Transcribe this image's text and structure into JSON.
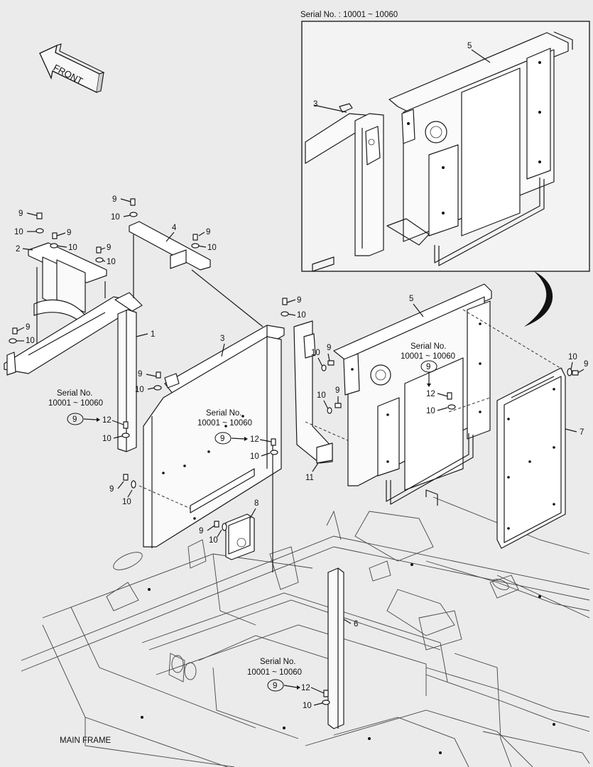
{
  "inset": {
    "serial_label": "Serial No. : 10001 ~ 10060",
    "callouts": [
      "5",
      "3"
    ]
  },
  "direction": {
    "label": "FRONT"
  },
  "frame_label": "MAIN FRAME",
  "serial_notes": [
    {
      "line1": "Serial No.",
      "line2": "10001 ~ 10060",
      "circled": "9",
      "bolt": "12",
      "washer": "10"
    },
    {
      "line1": "Serial No.",
      "line2": "10001 ~ 10060",
      "circled": "9",
      "bolt": "12",
      "washer": "10"
    },
    {
      "line1": "Serial No.",
      "line2": "10001 ~ 10060",
      "circled": "9",
      "bolt": "12",
      "washer": "10"
    },
    {
      "line1": "Serial No.",
      "line2": "10001 ~ 10060",
      "circled": "9",
      "bolt": "12",
      "washer": "10"
    }
  ],
  "parts": {
    "p1": "1",
    "p2": "2",
    "p3": "3",
    "p4": "4",
    "p5": "5",
    "p6": "6",
    "p7": "7",
    "p8": "8",
    "p11": "11"
  },
  "fasteners": {
    "bolt": "9",
    "washer": "10"
  }
}
